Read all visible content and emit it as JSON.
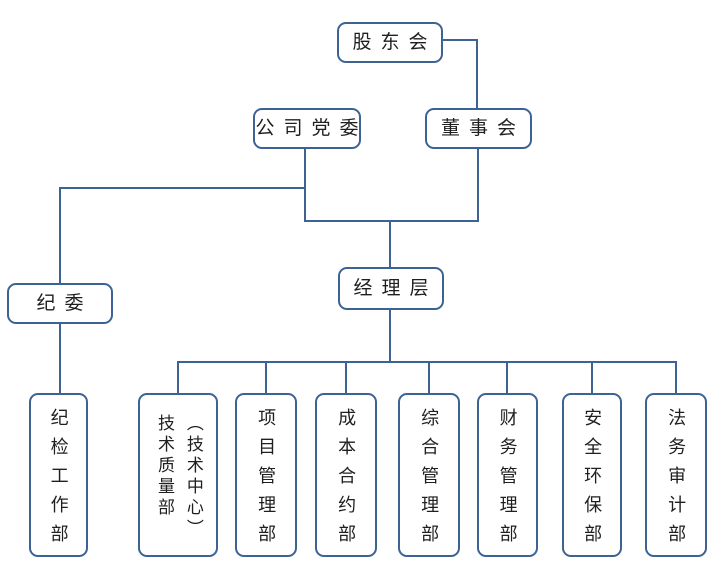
{
  "diagram": {
    "type": "org-chart",
    "colors": {
      "background": "#FFFFFF",
      "box_border": "#3C6394",
      "box_fill": "#FFFFFF",
      "connector_line": "#3C6394",
      "text": "#1F1F1F"
    },
    "nodes": {
      "shareholders": {
        "label": "股东会"
      },
      "party_committee": {
        "label": "公司党委"
      },
      "board": {
        "label": "董事会"
      },
      "discipline_committee": {
        "label": "纪委"
      },
      "management": {
        "label": "经理层"
      },
      "discipline_work_dept": {
        "label": "纪检工作部"
      },
      "tech_quality_dept": {
        "label": "技术质量部\n（技术中心）"
      },
      "project_mgmt_dept": {
        "label": "项目管理部"
      },
      "cost_contract_dept": {
        "label": "成本合约部"
      },
      "general_mgmt_dept": {
        "label": "综合管理部"
      },
      "finance_mgmt_dept": {
        "label": "财务管理部"
      },
      "safety_env_dept": {
        "label": "安全环保部"
      },
      "legal_audit_dept": {
        "label": "法务审计部"
      }
    },
    "edges": [
      {
        "from": "股东会",
        "to": "董事会"
      },
      {
        "from": "公司党委",
        "to": "纪委"
      },
      {
        "from": "公司党委",
        "to": "经理层"
      },
      {
        "from": "董事会",
        "to": "经理层"
      },
      {
        "from": "纪委",
        "to": "纪检工作部"
      },
      {
        "from": "经理层",
        "to": "技术质量部（技术中心）"
      },
      {
        "from": "经理层",
        "to": "项目管理部"
      },
      {
        "from": "经理层",
        "to": "成本合约部"
      },
      {
        "from": "经理层",
        "to": "综合管理部"
      },
      {
        "from": "经理层",
        "to": "财务管理部"
      },
      {
        "from": "经理层",
        "to": "安全环保部"
      },
      {
        "from": "经理层",
        "to": "法务审计部"
      }
    ]
  }
}
